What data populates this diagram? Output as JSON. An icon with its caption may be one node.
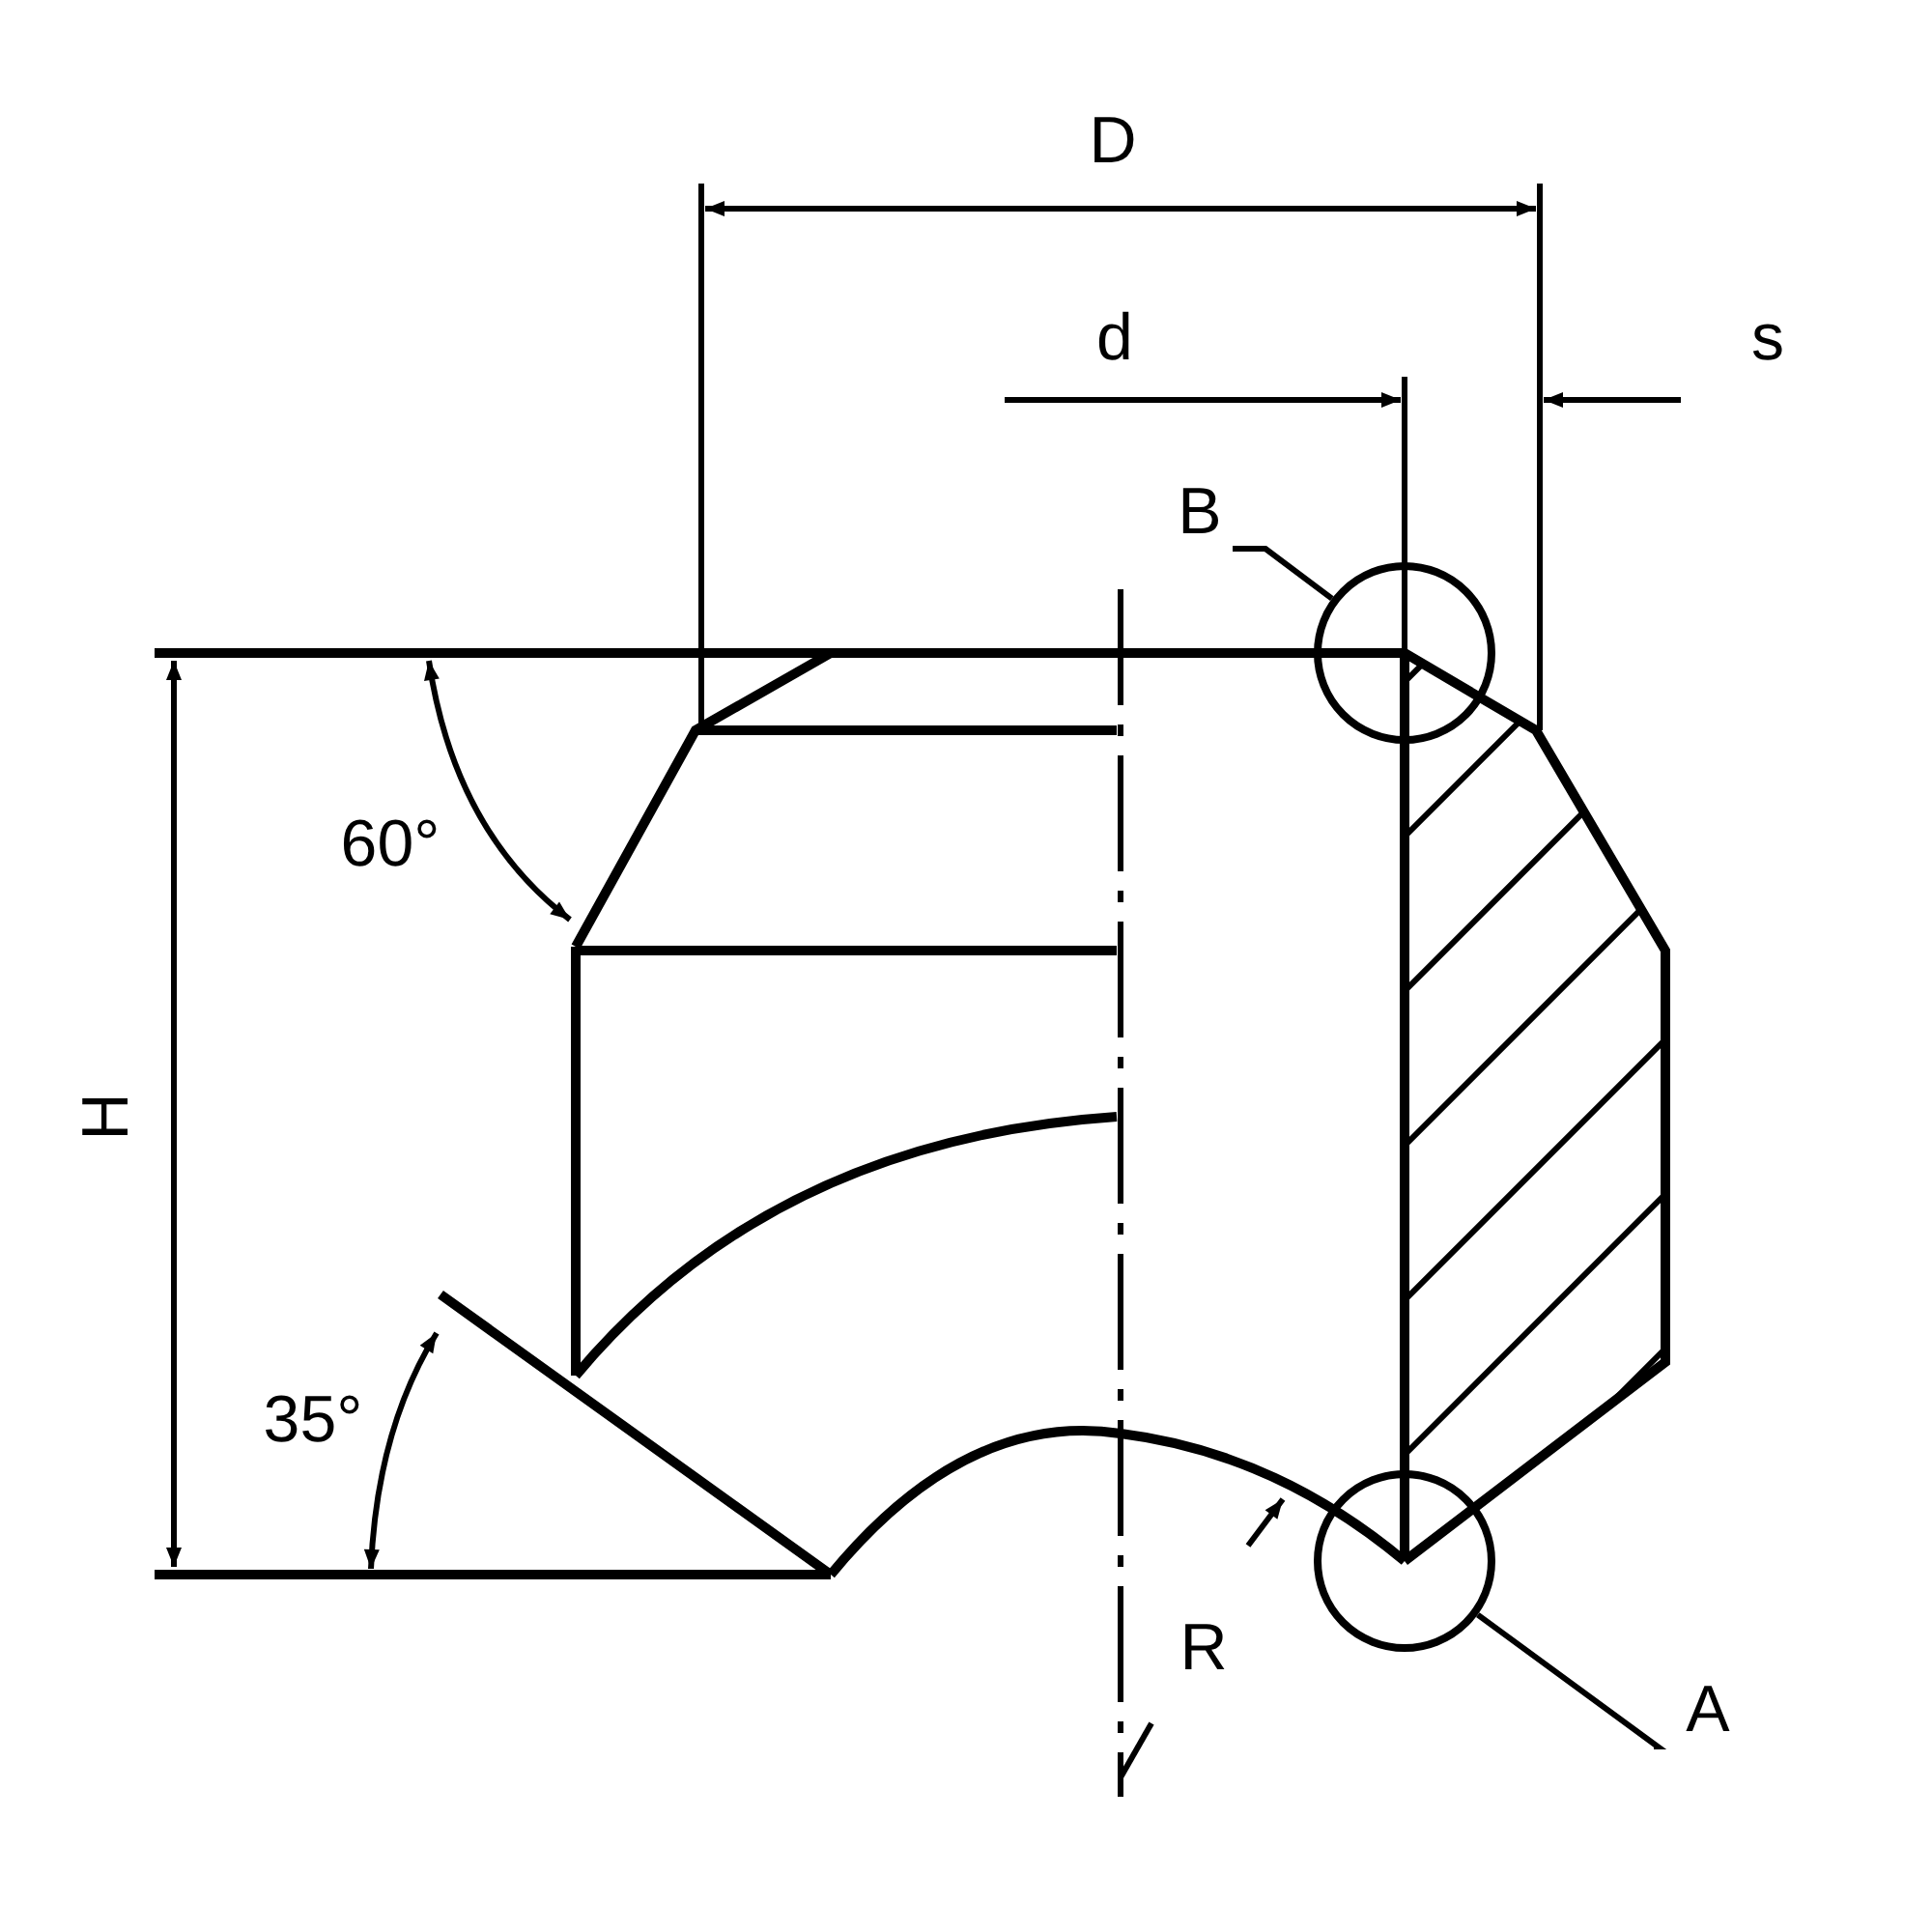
{
  "diagram": {
    "nodes": [
      {
        "text": [
          "B"
        ]
      },
      {
        "text": [],
        "shape": "circle"
      },
      {
        "text": [
          "A"
        ]
      },
      {
        "text": [],
        "shape": "circle"
      }
    ],
    "edges": [
      {
        "from": 0,
        "to": 1,
        "arrow": "none"
      },
      {
        "from": 3,
        "to": 2,
        "arrow": "none"
      }
    ],
    "labels": [
      "D",
      "d",
      "s",
      "60°",
      "H",
      "35°",
      "R"
    ]
  }
}
